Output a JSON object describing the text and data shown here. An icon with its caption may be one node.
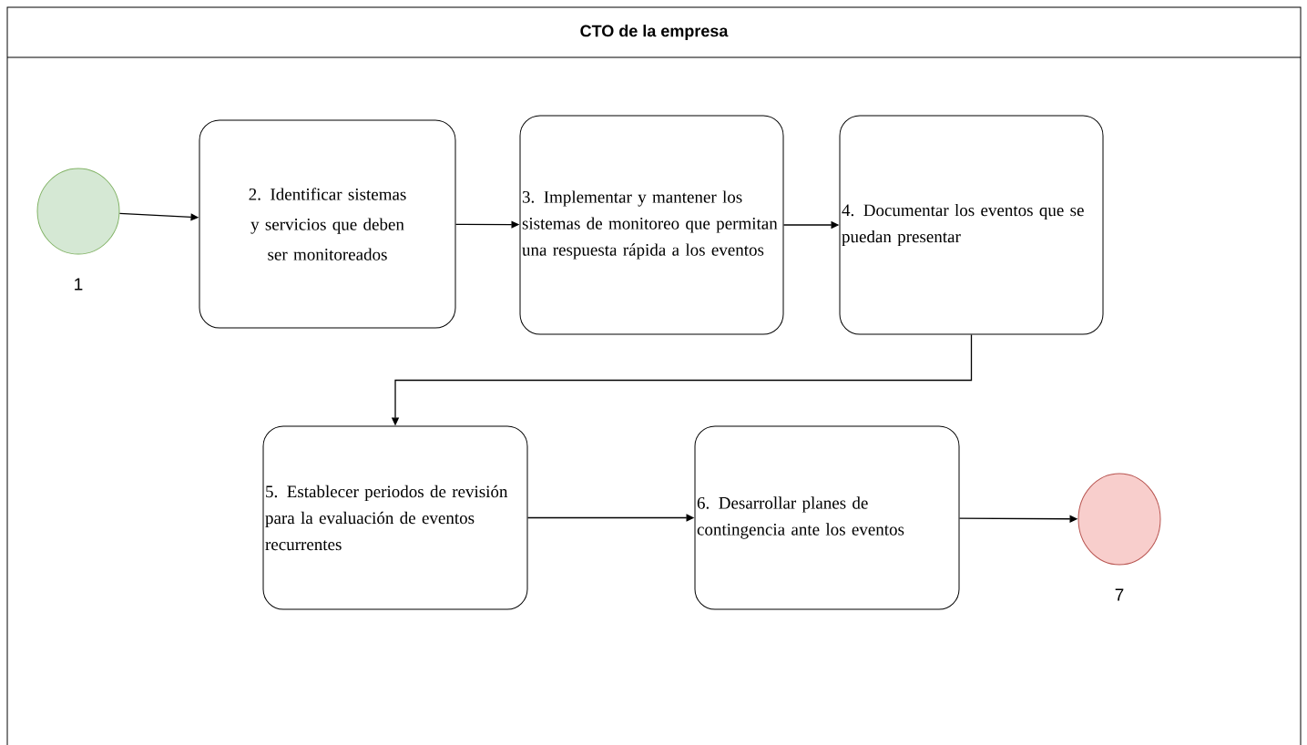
{
  "diagram": {
    "nodes": [
      {
        "text": [
          "CTO de la empresa"
        ]
      },
      {
        "text": [],
        "shape": "circle",
        "beside": [
          "1"
        ],
        "in": 0
      },
      {
        "text": [
          "2. Identificar sistemas y servicios que deben ser monitoreados"
        ],
        "in": 0
      },
      {
        "text": [
          "3. Implementar y mantener los sistemas de monitoreo que permitan una respuesta rápida a los eventos"
        ],
        "in": 0
      },
      {
        "text": [
          "4. Documentar los eventos que se puedan presentar"
        ],
        "in": 0
      },
      {
        "text": [
          "5. Establecer periodos de revisión para la evaluación de eventos recurrentes"
        ],
        "in": 0
      },
      {
        "text": [
          "6. Desarrollar planes de contingencia ante los eventos"
        ],
        "in": 0
      },
      {
        "text": [],
        "shape": "circle",
        "beside": [
          "7"
        ],
        "in": 0
      }
    ],
    "edges": [
      {
        "from": 1,
        "to": 2,
        "arrow": "to"
      },
      {
        "from": 2,
        "to": 3,
        "arrow": "to"
      },
      {
        "from": 3,
        "to": 4,
        "arrow": "to"
      },
      {
        "from": 4,
        "to": 5,
        "arrow": "to"
      },
      {
        "from": 5,
        "to": 6,
        "arrow": "to"
      },
      {
        "from": 6,
        "to": 7,
        "arrow": "to"
      }
    ]
  }
}
